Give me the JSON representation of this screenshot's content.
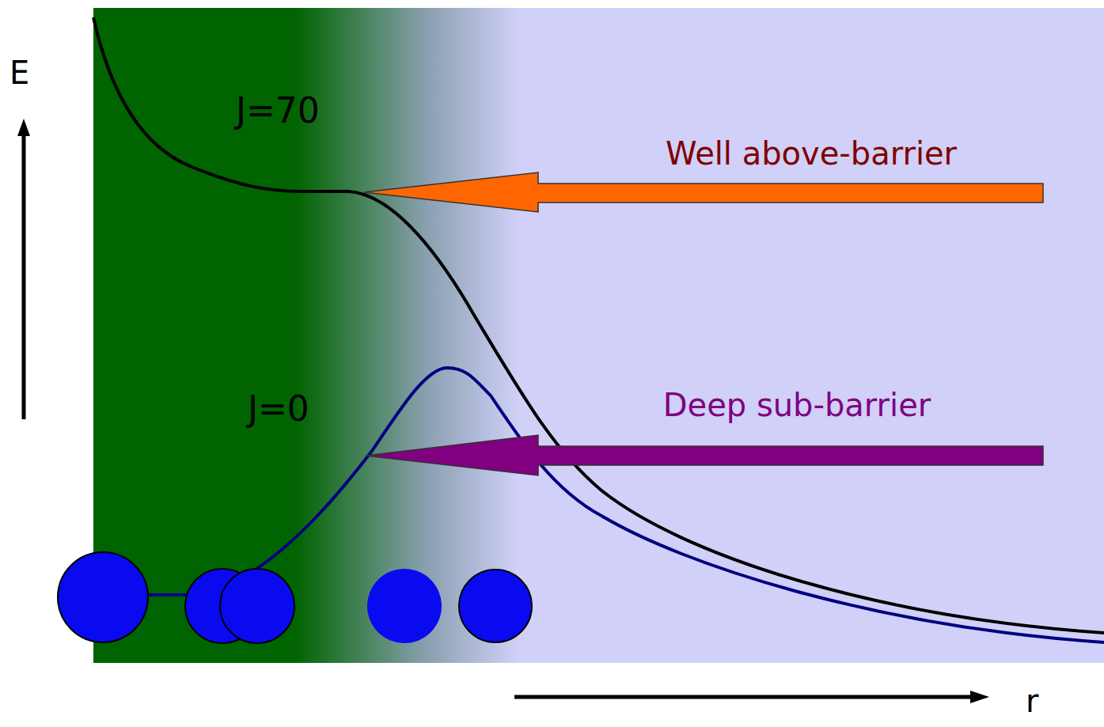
{
  "diagram": {
    "labels": [
      "E",
      "J=70",
      "Well above-barrier",
      "J=0",
      "Deep sub-barrier",
      "r"
    ]
  }
}
